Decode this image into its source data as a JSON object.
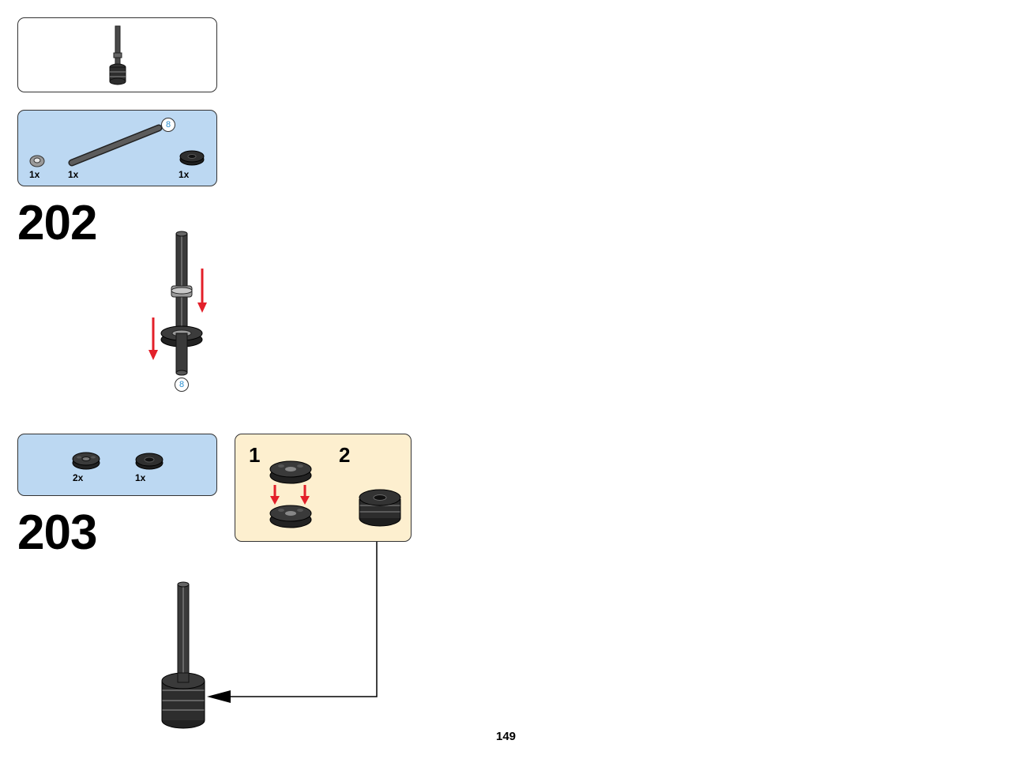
{
  "previous_result": {},
  "step_202": {
    "number": "202",
    "parts": [
      {
        "name": "bush",
        "qty": "1x"
      },
      {
        "name": "axle",
        "qty": "1x",
        "length": "8"
      },
      {
        "name": "round-tile",
        "qty": "1x"
      }
    ],
    "axle_length": "8"
  },
  "step_203": {
    "number": "203",
    "parts": [
      {
        "name": "round-plate-2x2",
        "qty": "2x"
      },
      {
        "name": "round-tile",
        "qty": "1x"
      }
    ],
    "subassembly": {
      "step1": "1",
      "step2": "2"
    }
  },
  "colors": {
    "parts_panel": "#bcd8f2",
    "subassembly_panel": "#fdefcf",
    "arrow_red": "#e3202a",
    "length_badge_text": "#2b8fd0"
  },
  "page_number": "149"
}
